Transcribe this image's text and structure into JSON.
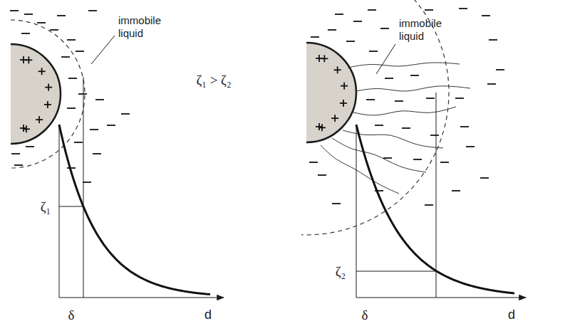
{
  "diagram": {
    "labels": [
      "immobile liquid",
      "ζ₁ > ζ₂",
      "immobile liquid",
      "ζ₁",
      "δ",
      "d",
      "ζ₂",
      "δ",
      "d"
    ]
  }
}
